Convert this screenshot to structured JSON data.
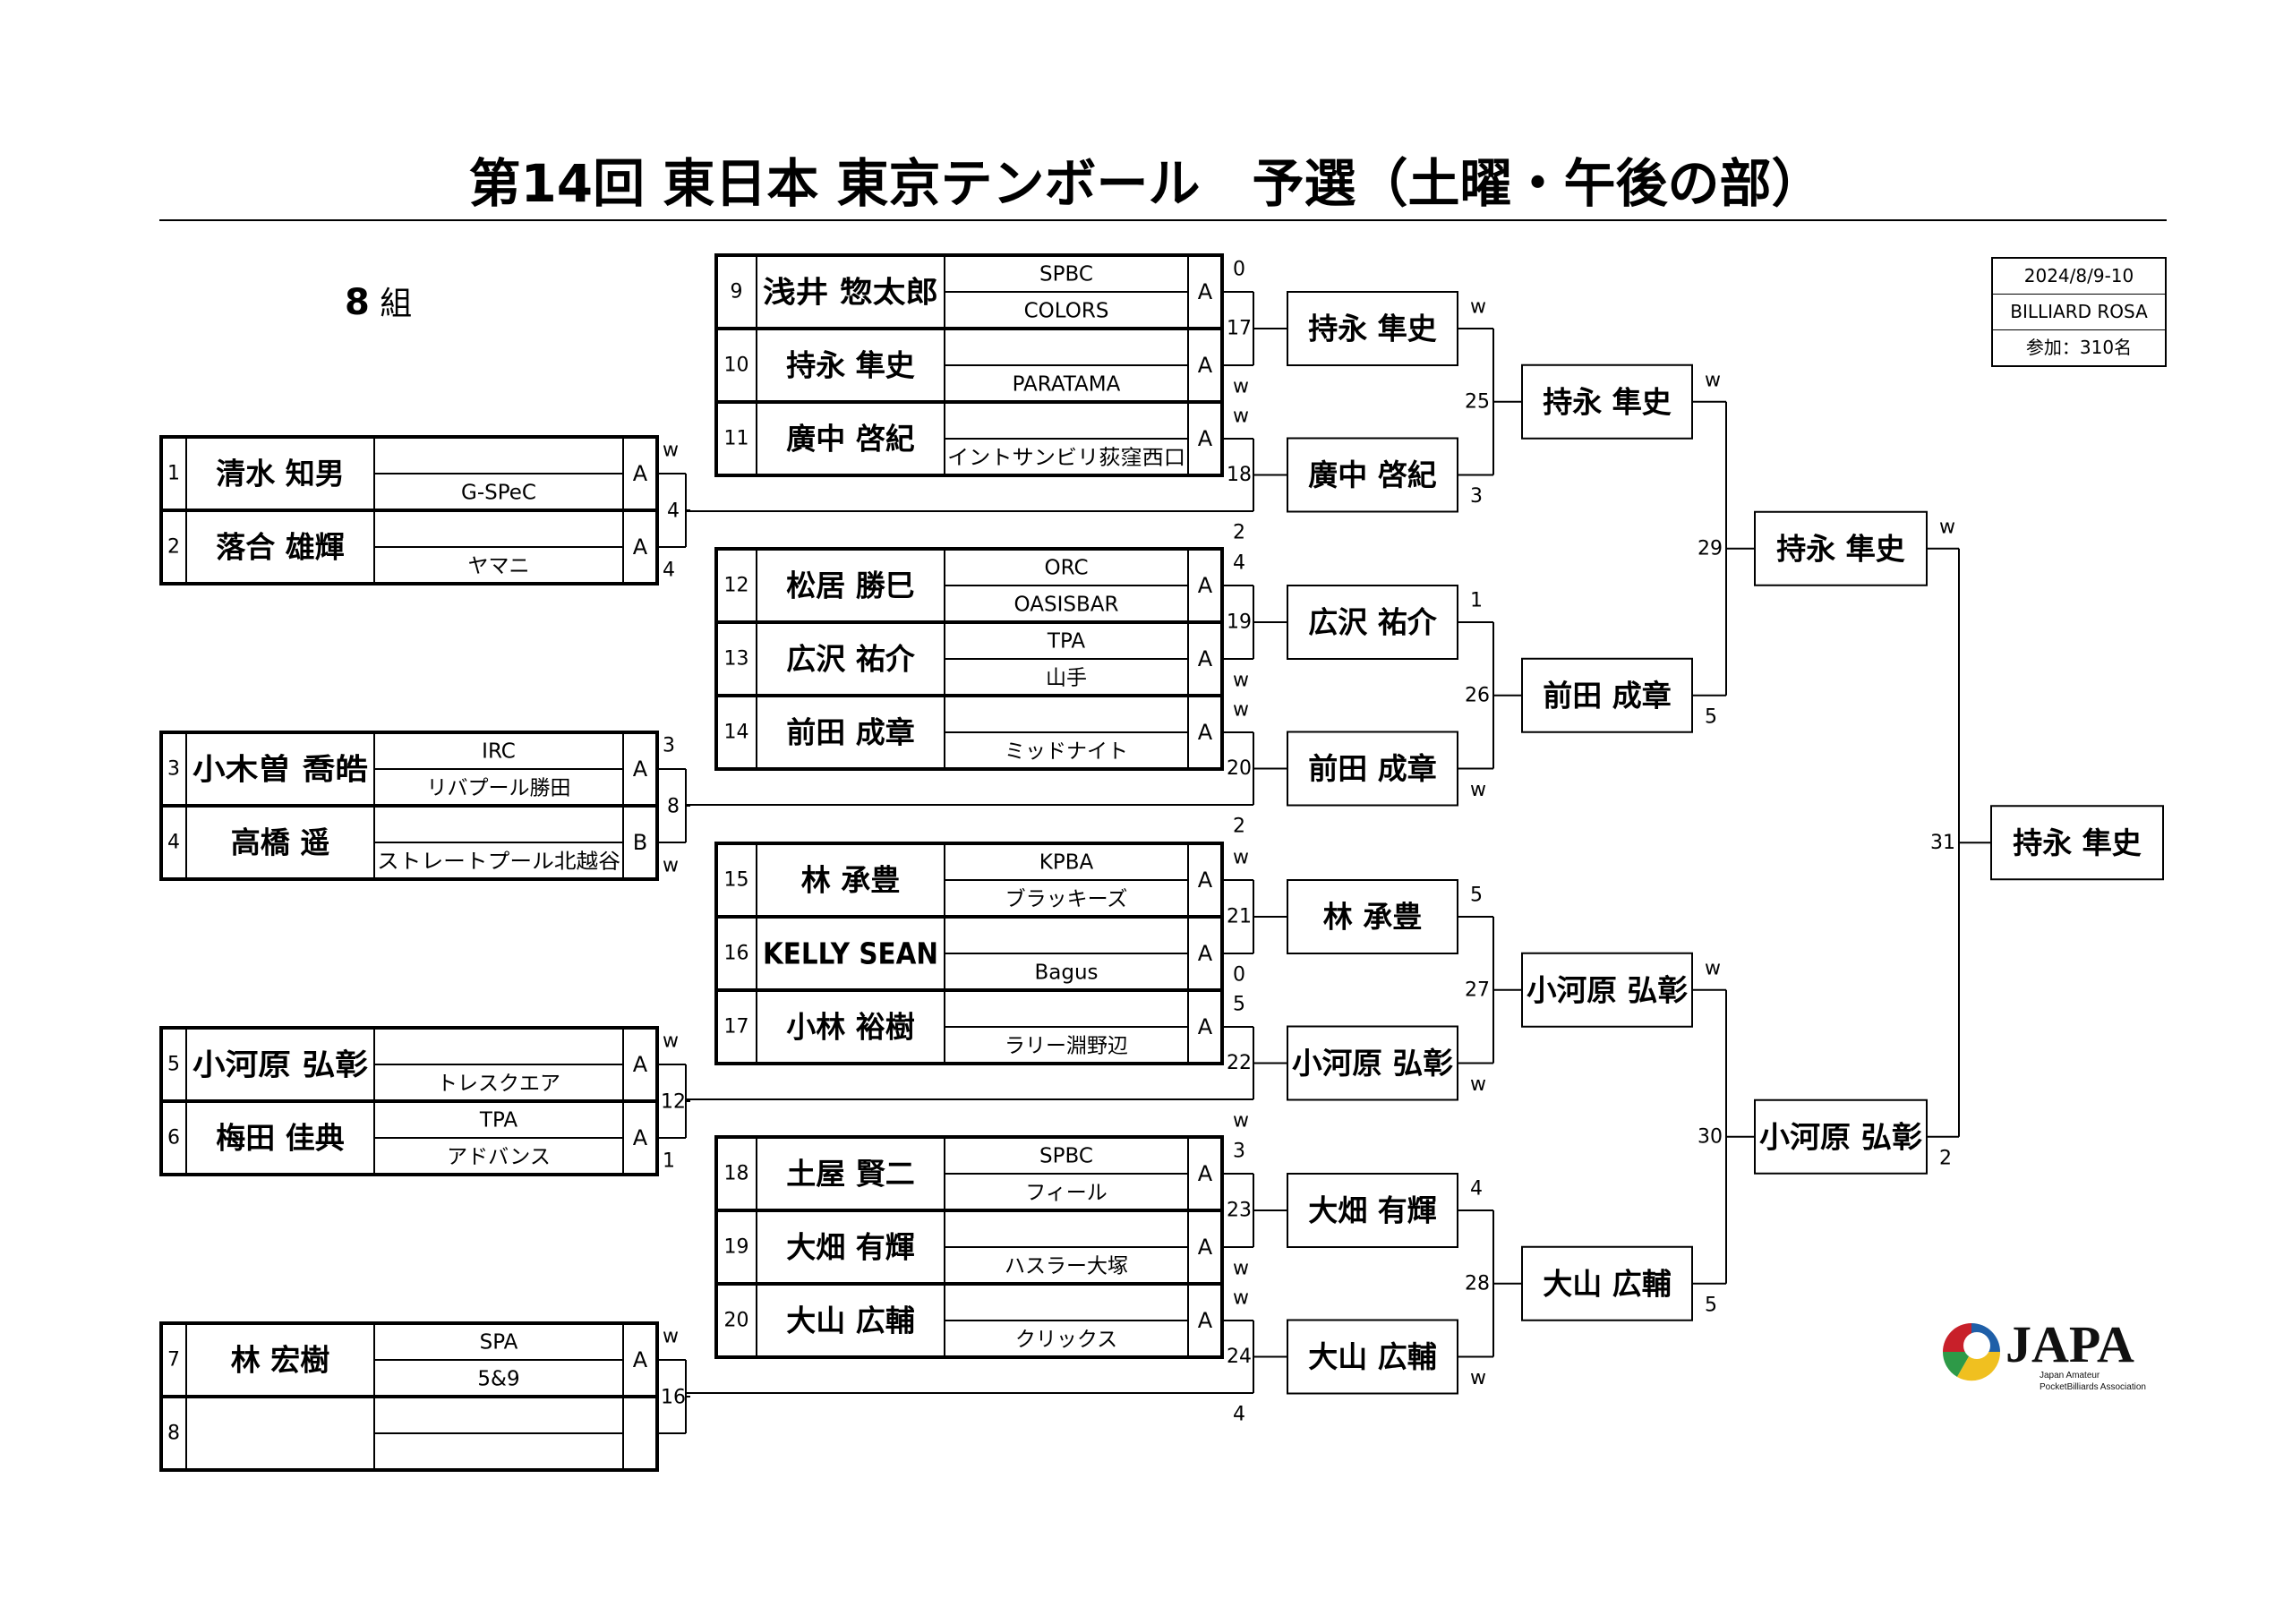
{
  "title": "第14回 東日本 東京テンボール　予選（土曜・午後の部）",
  "group": {
    "number": "8",
    "suffix": "組"
  },
  "info": {
    "date": "2024/8/9-10",
    "venue": "BILLIARD ROSA",
    "participants": "参加：310名"
  },
  "logo": {
    "text": "JAPA",
    "sub1": "Japan Amateur",
    "sub2": "PocketBilliards Association"
  },
  "players": [
    {
      "seed": "1",
      "name": "清水 知男",
      "club1": "",
      "club2": "G-SPeC",
      "rank": "A"
    },
    {
      "seed": "2",
      "name": "落合 雄輝",
      "club1": "",
      "club2": "ヤマニ",
      "rank": "A"
    },
    {
      "seed": "3",
      "name": "小木曽 喬皓",
      "club1": "IRC",
      "club2": "リバプール勝田",
      "rank": "A"
    },
    {
      "seed": "4",
      "name": "高橋 遥",
      "club1": "",
      "club2": "ストレートプール北越谷",
      "rank": "B"
    },
    {
      "seed": "5",
      "name": "小河原 弘彰",
      "club1": "",
      "club2": "トレスクエア",
      "rank": "A"
    },
    {
      "seed": "6",
      "name": "梅田 佳典",
      "club1": "TPA",
      "club2": "アドバンス",
      "rank": "A"
    },
    {
      "seed": "7",
      "name": "林 宏樹",
      "club1": "SPA",
      "club2": "5&9",
      "rank": "A"
    },
    {
      "seed": "8",
      "name": "",
      "club1": "",
      "club2": "",
      "rank": ""
    },
    {
      "seed": "9",
      "name": "浅井 惣太郎",
      "club1": "SPBC",
      "club2": "COLORS",
      "rank": "A"
    },
    {
      "seed": "10",
      "name": "持永 隼史",
      "club1": "",
      "club2": "PARATAMA",
      "rank": "A"
    },
    {
      "seed": "11",
      "name": "廣中 啓紀",
      "club1": "",
      "club2": "イントサンビリ荻窪西口",
      "rank": "A"
    },
    {
      "seed": "12",
      "name": "松居 勝巳",
      "club1": "ORC",
      "club2": "OASISBAR",
      "rank": "A"
    },
    {
      "seed": "13",
      "name": "広沢 祐介",
      "club1": "TPA",
      "club2": "山手",
      "rank": "A"
    },
    {
      "seed": "14",
      "name": "前田 成章",
      "club1": "",
      "club2": "ミッドナイト",
      "rank": "A"
    },
    {
      "seed": "15",
      "name": "林 承豊",
      "club1": "KPBA",
      "club2": "ブラッキーズ",
      "rank": "A"
    },
    {
      "seed": "16",
      "name": "KELLY SEAN",
      "club1": "",
      "club2": "Bagus",
      "rank": "A"
    },
    {
      "seed": "17",
      "name": "小林 裕樹",
      "club1": "",
      "club2": "ラリー淵野辺",
      "rank": "A"
    },
    {
      "seed": "18",
      "name": "土屋 賢二",
      "club1": "SPBC",
      "club2": "フィール",
      "rank": "A"
    },
    {
      "seed": "19",
      "name": "大畑 有輝",
      "club1": "",
      "club2": "ハスラー大塚",
      "rank": "A"
    },
    {
      "seed": "20",
      "name": "大山 広輔",
      "club1": "",
      "club2": "クリックス",
      "rank": "A"
    }
  ],
  "matches": [
    {
      "no": "4",
      "p1": "1",
      "p2": "2",
      "s1": "w",
      "s2": "4"
    },
    {
      "no": "8",
      "p1": "3",
      "p2": "4",
      "s1": "3",
      "s2": "w"
    },
    {
      "no": "12",
      "p1": "5",
      "p2": "6",
      "s1": "w",
      "s2": "1"
    },
    {
      "no": "16",
      "p1": "7",
      "p2": "8",
      "s1": "w",
      "s2": ""
    },
    {
      "no": "17",
      "p1": "9",
      "p2": "10",
      "s1": "0",
      "s2": "w"
    },
    {
      "no": "18",
      "p1": "11",
      "p2": "M4",
      "s1": "w",
      "s2": "2"
    },
    {
      "no": "19",
      "p1": "12",
      "p2": "13",
      "s1": "4",
      "s2": "w"
    },
    {
      "no": "20",
      "p1": "14",
      "p2": "M8",
      "s1": "w",
      "s2": "2"
    },
    {
      "no": "21",
      "p1": "15",
      "p2": "16",
      "s1": "w",
      "s2": "0"
    },
    {
      "no": "22",
      "p1": "17",
      "p2": "M12",
      "s1": "5",
      "s2": "w"
    },
    {
      "no": "23",
      "p1": "18",
      "p2": "19",
      "s1": "3",
      "s2": "w"
    },
    {
      "no": "24",
      "p1": "20",
      "p2": "M16",
      "s1": "w",
      "s2": "4"
    },
    {
      "no": "25",
      "s1": "w",
      "s2": "3"
    },
    {
      "no": "26",
      "s1": "1",
      "s2": "w"
    },
    {
      "no": "27",
      "s1": "5",
      "s2": "w"
    },
    {
      "no": "28",
      "s1": "4",
      "s2": "w"
    },
    {
      "no": "29",
      "s1": "w",
      "s2": "5"
    },
    {
      "no": "30",
      "s1": "w",
      "s2": "5"
    },
    {
      "no": "31",
      "s1": "w",
      "s2": "2"
    }
  ],
  "winners": {
    "r2": [
      "持永 隼史",
      "廣中 啓紀",
      "広沢 祐介",
      "前田 成章",
      "林 承豊",
      "小河原 弘彰",
      "大畑 有輝",
      "大山 広輔"
    ],
    "r3": [
      "持永 隼史",
      "前田 成章",
      "小河原 弘彰",
      "大山 広輔"
    ],
    "r4": [
      "持永 隼史",
      "小河原 弘彰"
    ],
    "final": "持永 隼史"
  }
}
